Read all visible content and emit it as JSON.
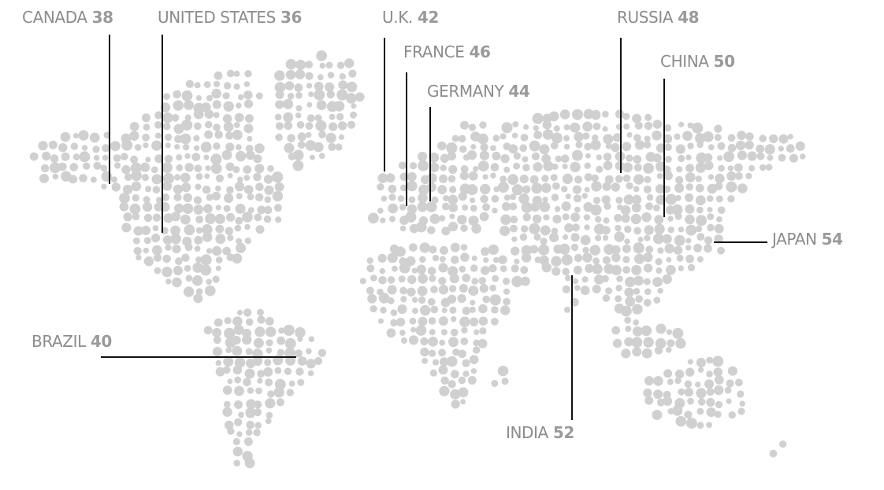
{
  "theme": {
    "dot_color": "#d0d0d0",
    "line_color": "#111111",
    "label_color": "#8c8c8c"
  },
  "countries": [
    {
      "key": "canada",
      "name": "CANADA",
      "value": "38"
    },
    {
      "key": "united-states",
      "name": "UNITED STATES",
      "value": "36"
    },
    {
      "key": "uk",
      "name": "U.K.",
      "value": "42"
    },
    {
      "key": "france",
      "name": "FRANCE",
      "value": "46"
    },
    {
      "key": "germany",
      "name": "GERMANY",
      "value": "44"
    },
    {
      "key": "russia",
      "name": "RUSSIA",
      "value": "48"
    },
    {
      "key": "china",
      "name": "CHINA",
      "value": "50"
    },
    {
      "key": "japan",
      "name": "JAPAN",
      "value": "54"
    },
    {
      "key": "brazil",
      "name": "BRAZIL",
      "value": "40"
    },
    {
      "key": "india",
      "name": "INDIA",
      "value": "52"
    }
  ]
}
